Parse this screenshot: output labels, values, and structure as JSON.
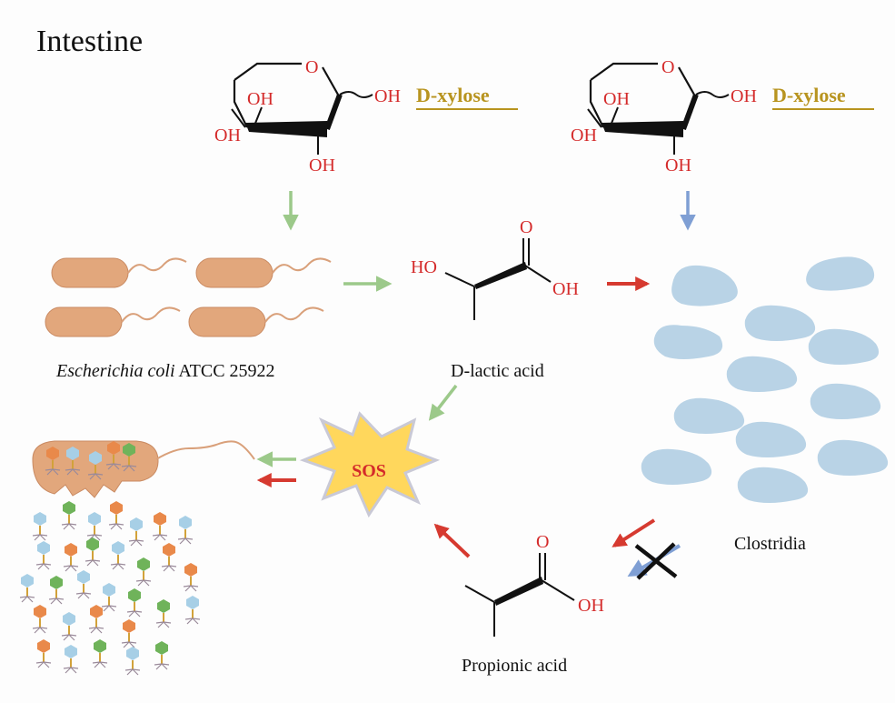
{
  "title": "Intestine",
  "xylose_left": {
    "name": "D-xylose",
    "oh1": "OH",
    "oh2": "OH",
    "oh3": "OH",
    "oh4": "OH",
    "ring_o": "O"
  },
  "xylose_right": {
    "name": "D-xylose",
    "oh1": "OH",
    "oh2": "OH",
    "oh3": "OH",
    "oh4": "OH",
    "ring_o": "O"
  },
  "lactic": {
    "name": "D-lactic acid",
    "ho": "HO",
    "o": "O",
    "oh": "OH"
  },
  "propionic": {
    "name": "Propionic acid",
    "o": "O",
    "oh": "OH"
  },
  "ecoli": {
    "name_italic": "Escherichia coli",
    "name_strain": " ATCC 25922"
  },
  "clostridia": {
    "name": "Clostridia"
  },
  "sos": {
    "label": "SOS"
  },
  "colors": {
    "sugar_label": "#b8941f",
    "chem_text": "#d42a2a",
    "green_arrow": "#9cc98a",
    "blue_arrow": "#7f9fd4",
    "red_arrow": "#d63a30",
    "bacterium": "#e2a77c",
    "clostridia": "#b9d3e6",
    "sos_fill": "#ffd75c"
  }
}
